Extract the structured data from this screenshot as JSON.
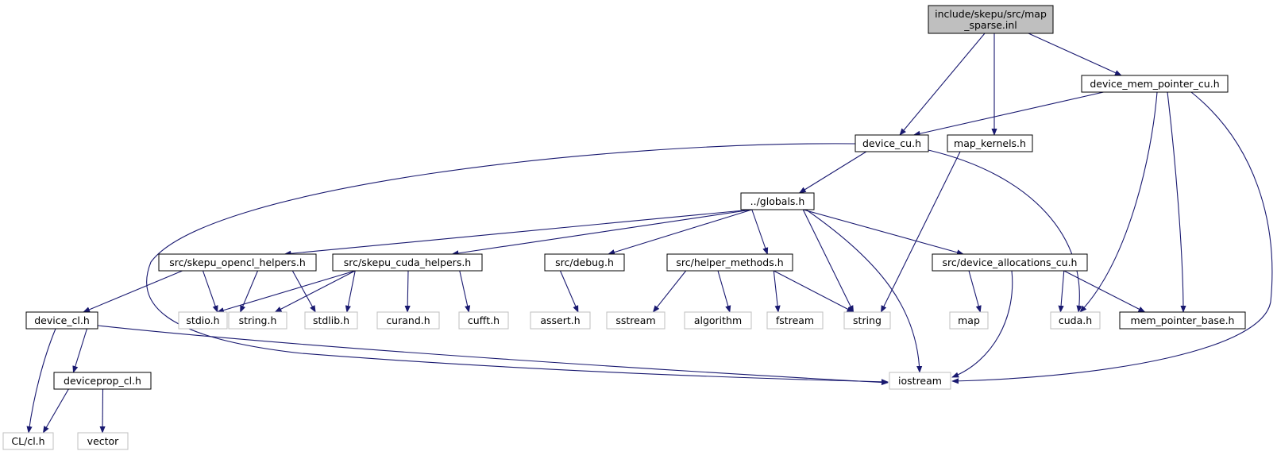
{
  "graph": {
    "colors": {
      "edge": "#191970",
      "root_fill": "#bfbfbf",
      "doc_border": "#000000",
      "external_border": "#bfbfbf",
      "background": "#ffffff"
    },
    "root": {
      "id": "root",
      "label_lines": [
        "include/skepu/src/map",
        "_sparse.inl"
      ],
      "kind": "root"
    },
    "nodes": [
      {
        "id": "device_mem_pointer_cu",
        "label": "device_mem_pointer_cu.h",
        "kind": "documented"
      },
      {
        "id": "device_cu",
        "label": "device_cu.h",
        "kind": "documented"
      },
      {
        "id": "map_kernels",
        "label": "map_kernels.h",
        "kind": "documented"
      },
      {
        "id": "globals",
        "label": "../globals.h",
        "kind": "documented"
      },
      {
        "id": "opencl_helpers",
        "label": "src/skepu_opencl_helpers.h",
        "kind": "documented"
      },
      {
        "id": "cuda_helpers",
        "label": "src/skepu_cuda_helpers.h",
        "kind": "documented"
      },
      {
        "id": "debug",
        "label": "src/debug.h",
        "kind": "documented"
      },
      {
        "id": "helper_methods",
        "label": "src/helper_methods.h",
        "kind": "documented"
      },
      {
        "id": "device_allocations",
        "label": "src/device_allocations_cu.h",
        "kind": "documented"
      },
      {
        "id": "device_cl",
        "label": "device_cl.h",
        "kind": "documented"
      },
      {
        "id": "stdio",
        "label": "stdio.h",
        "kind": "external"
      },
      {
        "id": "string_h",
        "label": "string.h",
        "kind": "external"
      },
      {
        "id": "stdlib",
        "label": "stdlib.h",
        "kind": "external"
      },
      {
        "id": "curand",
        "label": "curand.h",
        "kind": "external"
      },
      {
        "id": "cufft",
        "label": "cufft.h",
        "kind": "external"
      },
      {
        "id": "assert",
        "label": "assert.h",
        "kind": "external"
      },
      {
        "id": "sstream",
        "label": "sstream",
        "kind": "external"
      },
      {
        "id": "algorithm",
        "label": "algorithm",
        "kind": "external"
      },
      {
        "id": "fstream",
        "label": "fstream",
        "kind": "external"
      },
      {
        "id": "string",
        "label": "string",
        "kind": "external"
      },
      {
        "id": "map",
        "label": "map",
        "kind": "external"
      },
      {
        "id": "cuda",
        "label": "cuda.h",
        "kind": "external"
      },
      {
        "id": "mem_pointer_base",
        "label": "mem_pointer_base.h",
        "kind": "documented"
      },
      {
        "id": "deviceprop_cl",
        "label": "deviceprop_cl.h",
        "kind": "documented"
      },
      {
        "id": "iostream",
        "label": "iostream",
        "kind": "external"
      },
      {
        "id": "cl",
        "label": "CL/cl.h",
        "kind": "external"
      },
      {
        "id": "vector",
        "label": "vector",
        "kind": "external"
      }
    ],
    "edges": [
      {
        "from": "root",
        "to": "device_cu"
      },
      {
        "from": "root",
        "to": "map_kernels"
      },
      {
        "from": "root",
        "to": "device_mem_pointer_cu"
      },
      {
        "from": "device_mem_pointer_cu",
        "to": "device_cu"
      },
      {
        "from": "device_mem_pointer_cu",
        "to": "cuda"
      },
      {
        "from": "device_mem_pointer_cu",
        "to": "mem_pointer_base"
      },
      {
        "from": "device_mem_pointer_cu",
        "to": "iostream"
      },
      {
        "from": "device_cu",
        "to": "globals"
      },
      {
        "from": "device_cu",
        "to": "cuda"
      },
      {
        "from": "device_cu",
        "to": "iostream"
      },
      {
        "from": "map_kernels",
        "to": "string"
      },
      {
        "from": "globals",
        "to": "opencl_helpers"
      },
      {
        "from": "globals",
        "to": "cuda_helpers"
      },
      {
        "from": "globals",
        "to": "debug"
      },
      {
        "from": "globals",
        "to": "helper_methods"
      },
      {
        "from": "globals",
        "to": "string"
      },
      {
        "from": "globals",
        "to": "iostream"
      },
      {
        "from": "globals",
        "to": "device_allocations"
      },
      {
        "from": "opencl_helpers",
        "to": "device_cl"
      },
      {
        "from": "opencl_helpers",
        "to": "stdio"
      },
      {
        "from": "opencl_helpers",
        "to": "string_h"
      },
      {
        "from": "opencl_helpers",
        "to": "stdlib"
      },
      {
        "from": "cuda_helpers",
        "to": "stdio"
      },
      {
        "from": "cuda_helpers",
        "to": "string_h"
      },
      {
        "from": "cuda_helpers",
        "to": "stdlib"
      },
      {
        "from": "cuda_helpers",
        "to": "curand"
      },
      {
        "from": "cuda_helpers",
        "to": "cufft"
      },
      {
        "from": "debug",
        "to": "assert"
      },
      {
        "from": "helper_methods",
        "to": "sstream"
      },
      {
        "from": "helper_methods",
        "to": "algorithm"
      },
      {
        "from": "helper_methods",
        "to": "fstream"
      },
      {
        "from": "helper_methods",
        "to": "string"
      },
      {
        "from": "device_allocations",
        "to": "map"
      },
      {
        "from": "device_allocations",
        "to": "cuda"
      },
      {
        "from": "device_allocations",
        "to": "mem_pointer_base"
      },
      {
        "from": "device_allocations",
        "to": "iostream"
      },
      {
        "from": "device_cl",
        "to": "deviceprop_cl"
      },
      {
        "from": "device_cl",
        "to": "cl"
      },
      {
        "from": "device_cl",
        "to": "iostream"
      },
      {
        "from": "deviceprop_cl",
        "to": "cl"
      },
      {
        "from": "deviceprop_cl",
        "to": "vector"
      }
    ]
  }
}
